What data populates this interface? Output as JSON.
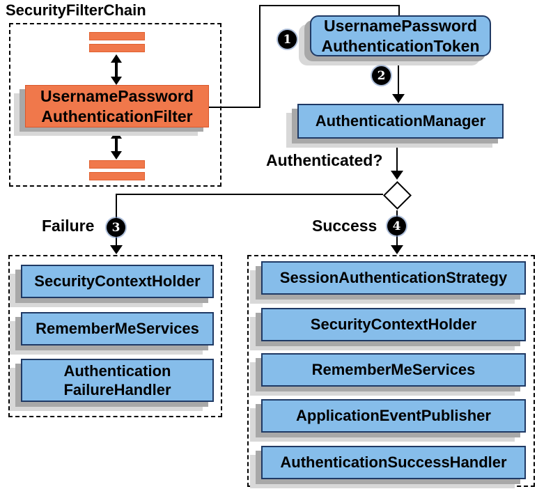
{
  "filter_chain": {
    "title": "SecurityFilterChain",
    "filter_label": "UsernamePassword\nAuthenticationFilter"
  },
  "token_label": "UsernamePassword\nAuthenticationToken",
  "manager_label": "AuthenticationManager",
  "question_label": "Authenticated?",
  "steps": {
    "one": "1",
    "two": "2",
    "three": "3",
    "four": "4"
  },
  "failure": {
    "label": "Failure",
    "items": [
      "SecurityContextHolder",
      "RememberMeServices",
      "Authentication\nFailureHandler"
    ]
  },
  "success": {
    "label": "Success",
    "items": [
      "SessionAuthenticationStrategy",
      "SecurityContextHolder",
      "RememberMeServices",
      "ApplicationEventPublisher",
      "AuthenticationSuccessHandler"
    ]
  },
  "colors": {
    "orange_fill": "#f0784b",
    "orange_border": "#d9572b",
    "blue_fill": "#86bdea",
    "blue_border": "#1f3964",
    "shadow_dark": "#a8a8a8",
    "shadow_light": "#d8d8d8",
    "badge_bg": "#000000",
    "badge_text": "#ffffff"
  }
}
